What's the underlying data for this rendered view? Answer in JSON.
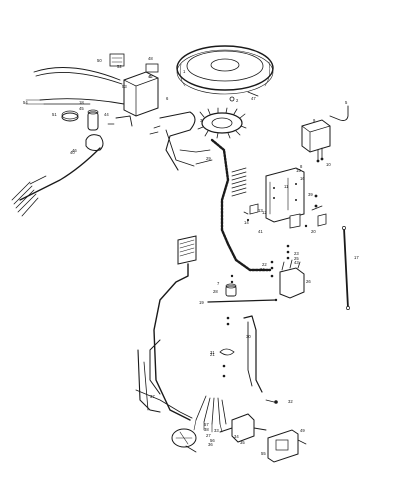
{
  "diagram": {
    "callouts": [
      "50",
      "52",
      "48",
      "1",
      "2",
      "47",
      "4",
      "6",
      "5",
      "3",
      "9",
      "10",
      "29",
      "18",
      "45",
      "44",
      "54",
      "51",
      "46",
      "7",
      "8",
      "11",
      "12",
      "13",
      "14",
      "15",
      "16",
      "17",
      "22",
      "23",
      "24",
      "25",
      "26",
      "27",
      "28",
      "37",
      "21",
      "19",
      "20",
      "34",
      "35",
      "36",
      "38",
      "39",
      "40",
      "41",
      "42",
      "43",
      "49",
      "53",
      "55",
      "56",
      "57",
      "31",
      "32",
      "33",
      "30"
    ]
  }
}
